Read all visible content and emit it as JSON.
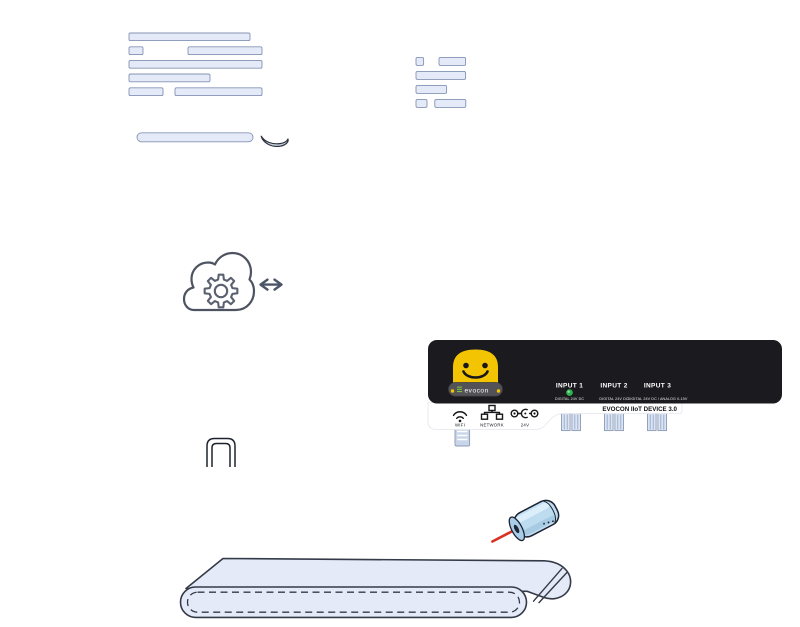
{
  "palette": {
    "background": "#ffffff",
    "bar_fill": "#e4eaf7",
    "bar_border": "#8494b6",
    "outline": "#2e3440",
    "mouse_gray": "#c9d1de",
    "cloud_outline": "#4d5360",
    "gear_outline": "#5a6070",
    "sync_arrow": "#4a5568",
    "bracket_outline": "#1d232e",
    "panel_black": "#1b1b1f",
    "strip_white": "#ffffff",
    "mascot_yellow": "#f2c402",
    "band_gray": "#525257",
    "logo_green": "#7dc242",
    "led_green": "#31b24f",
    "device_text_dark": "#0e0f12",
    "connector_fill": "#dce4f2",
    "connector_stripe": "#a9bcd9",
    "connector_border": "#8b9ab5",
    "antenna_fill": "#c9d6ea",
    "sensor_blue": "#bedcf0",
    "sensor_face": "#a9cde8",
    "sensor_outline": "#1c2330",
    "laser_red": "#d93025",
    "conveyor_fill": "#e4eaf7",
    "conveyor_outline": "#343a47"
  },
  "device": {
    "brand": "evocon",
    "model_label": "EVOCON IIoT DEVICE 3.0",
    "inputs": [
      {
        "label": "INPUT 1",
        "sublabel": "DIGITAL 24V DC",
        "led": "on"
      },
      {
        "label": "INPUT 2",
        "sublabel": "DIGITAL 24V DC",
        "led": "off"
      },
      {
        "label": "INPUT 3",
        "sublabel": "DIGITAL 24V DC / ANALOG 0-10V",
        "led": "off"
      }
    ],
    "ports": [
      {
        "icon": "wifi-icon",
        "label": "WIFI"
      },
      {
        "icon": "network-icon",
        "label": "NETWORK"
      },
      {
        "icon": "power-icon",
        "label": "24V"
      }
    ]
  },
  "icons": [
    "cloud-icon",
    "gear-icon",
    "sync-arrows-icon",
    "mouse-icon",
    "bracket-icon",
    "wifi-icon",
    "network-icon",
    "power-icon",
    "led-indicator",
    "laser-beam-icon",
    "evocon-logo-icon",
    "evocon-mascot-icon"
  ]
}
